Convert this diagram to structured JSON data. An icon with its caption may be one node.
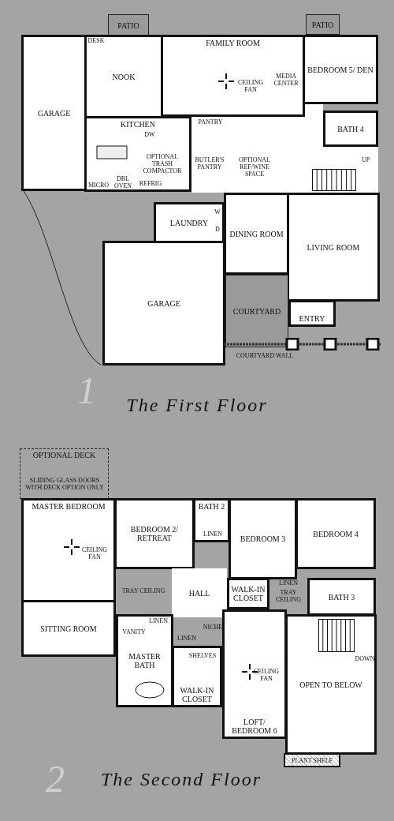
{
  "diagram": {
    "nodes": [
      {
        "text": [
          "PATIO"
        ]
      },
      {
        "text": [
          "PATIO"
        ]
      },
      {
        "text": [
          "GARAGE"
        ]
      },
      {
        "text": [
          "NOOK"
        ]
      },
      {
        "text": [
          "FAMILY ROOM"
        ]
      },
      {
        "text": [
          "BEDROOM 5/ DEN"
        ]
      },
      {
        "text": [
          "BATH 4"
        ]
      },
      {
        "text": [
          "KITCHEN"
        ]
      },
      {
        "text": [
          "LAUNDRY"
        ]
      },
      {
        "text": [
          "DINING ROOM"
        ]
      },
      {
        "text": [
          "LIVING ROOM"
        ]
      },
      {
        "text": [
          "GARAGE"
        ]
      },
      {
        "text": [
          "COURTYARD"
        ]
      },
      {
        "text": [
          "ENTRY"
        ]
      },
      {
        "text": [
          "OPTIONAL DECK"
        ]
      },
      {
        "text": [
          "MASTER BEDROOM"
        ]
      },
      {
        "text": [
          "SITTING ROOM"
        ]
      },
      {
        "text": [
          "BEDROOM 2/ RETREAT"
        ]
      },
      {
        "text": [
          "BATH 2"
        ]
      },
      {
        "text": [
          "BEDROOM 3"
        ]
      },
      {
        "text": [
          "BEDROOM 4"
        ]
      },
      {
        "text": [
          "HALL"
        ]
      },
      {
        "text": [
          "WALK-IN CLOSET"
        ]
      },
      {
        "text": [
          "BATH 3"
        ]
      },
      {
        "text": [
          "MASTER BATH"
        ]
      },
      {
        "text": [
          "WALK-IN CLOSET"
        ]
      },
      {
        "text": [
          "LOFT/ BEDROOM 6"
        ]
      },
      {
        "text": [
          "OPEN TO BELOW"
        ]
      },
      {
        "text": [
          "PLANT SHELF"
        ]
      }
    ],
    "labels": [
      "DESK",
      "CEILING FAN",
      "MEDIA CENTER",
      "UP",
      "DW",
      "PANTRY",
      "OPTIONAL TRASH COMPACTOR",
      "BUTLER'S PANTRY",
      "OPTIONAL REF/WINE SPACE",
      "MICRO",
      "DBL OVEN",
      "REFRIG",
      "W",
      "D",
      "COURTYARD WALL",
      "The First Floor",
      "1",
      "SLIDING GLASS DOORS WITH DECK OPTION ONLY",
      "CEILING FAN",
      "LINEN",
      "TRAY CEILING",
      "LINEN",
      "TRAY CEILING",
      "DOWN",
      "LINEN",
      "VANITY",
      "LINEN",
      "NICHE",
      "SHELVES",
      "CEILING FAN",
      "The Second Floor",
      "2"
    ]
  }
}
